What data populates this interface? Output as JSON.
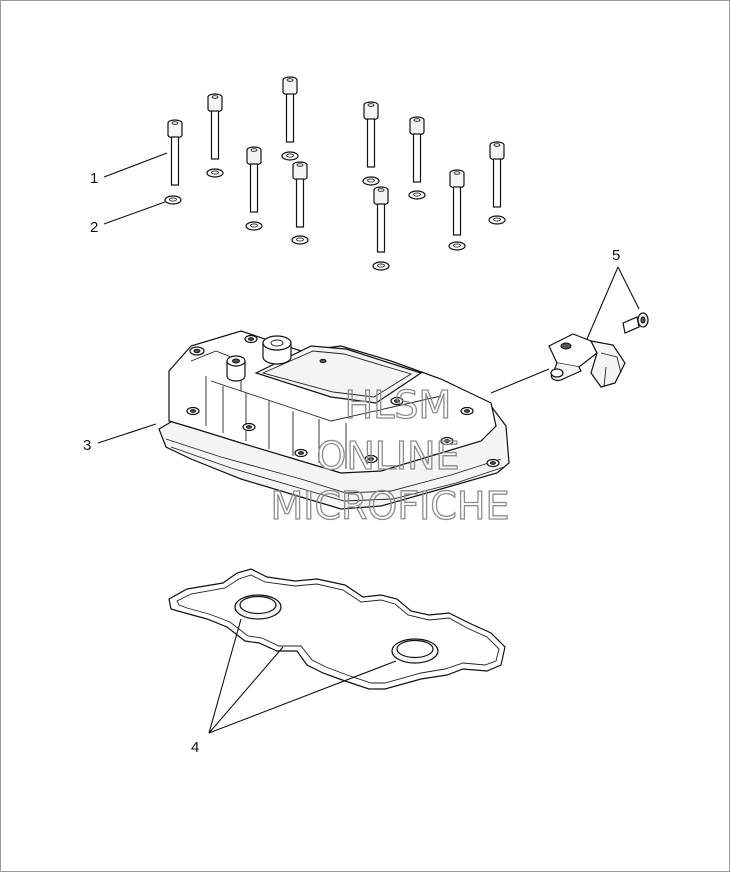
{
  "callouts": {
    "c1": "1",
    "c2": "2",
    "c3": "3",
    "c4": "4",
    "c5": "5"
  },
  "watermark": {
    "line1": "HLSM",
    "line2": "ONLINE",
    "line3": "MICROFICHE"
  },
  "colors": {
    "line": "#111111",
    "watermark": "#8c8c8c",
    "border": "#9a9a9a"
  }
}
